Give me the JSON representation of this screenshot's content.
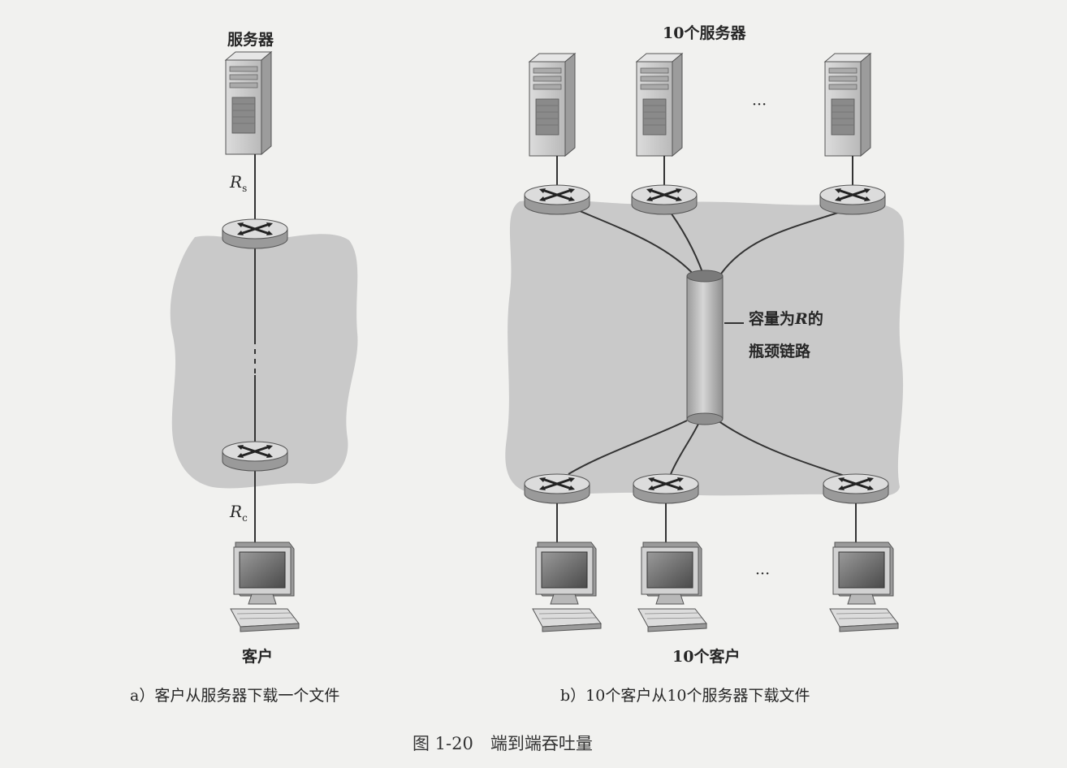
{
  "diagram": {
    "panel_a": {
      "server_label": "服务器",
      "client_label": "客户",
      "rs_label": "R",
      "rs_sub": "s",
      "rc_label": "R",
      "rc_sub": "c",
      "caption": "a）客户从服务器下载一个文件"
    },
    "panel_b": {
      "servers_label": "10个服务器",
      "clients_label": "10个客户",
      "bottleneck_line1_prefix": "容量为",
      "bottleneck_line1_var": "R",
      "bottleneck_line1_suffix": "的",
      "bottleneck_line2": "瓶颈链路",
      "ellipsis_top": "···",
      "ellipsis_bottom": "···",
      "caption": "b）10个客户从10个服务器下载文件"
    },
    "figure_caption": "图 1-20　端到端吞吐量"
  },
  "colors": {
    "cloud": "#cbcbcb",
    "router_top": "#d9d9d9",
    "router_side": "#9a9a9a",
    "server_body": "#c9c9c9",
    "line": "#333333"
  }
}
